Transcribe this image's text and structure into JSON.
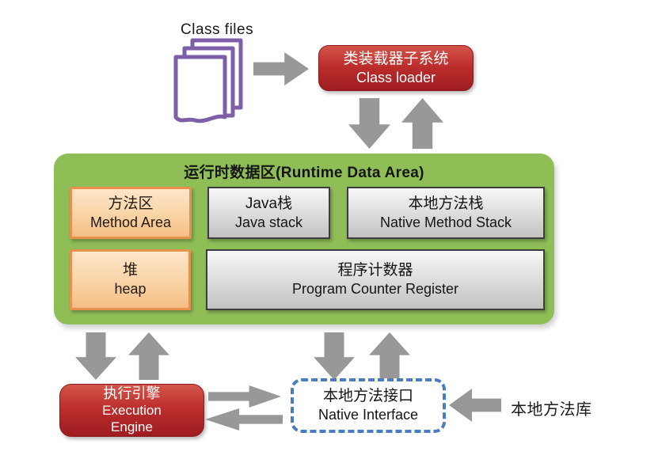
{
  "diagram": {
    "class_files_label": "Class files",
    "class_loader": {
      "zh": "类装载器子系统",
      "en": "Class loader"
    },
    "runtime_area": {
      "title": "运行时数据区(Runtime Data Area)",
      "method_area": {
        "zh": "方法区",
        "en": "Method Area"
      },
      "java_stack": {
        "zh": "Java栈",
        "en": "Java stack"
      },
      "native_method_stack": {
        "zh": "本地方法栈",
        "en": "Native Method Stack"
      },
      "heap": {
        "zh": "堆",
        "en": "heap"
      },
      "pc_register": {
        "zh": "程序计数器",
        "en": "Program Counter Register"
      }
    },
    "execution_engine": {
      "zh": "执行引擎",
      "en_line1": "Execution",
      "en_line2": "Engine"
    },
    "native_interface": {
      "zh": "本地方法接口",
      "en": "Native Interface"
    },
    "native_libraries_label": "本地方法库",
    "colors": {
      "red_box": "#bb2d2b",
      "green_area": "#8fbe57",
      "orange_fill": "#f9d3a5",
      "orange_border": "#e8914e",
      "gray_fill": "#d9d9d9",
      "gray_border": "#3d3d3d",
      "arrow_gray": "#989898",
      "dashed_blue": "#4a7dbe",
      "document_purple": "#7d5fa8"
    }
  }
}
